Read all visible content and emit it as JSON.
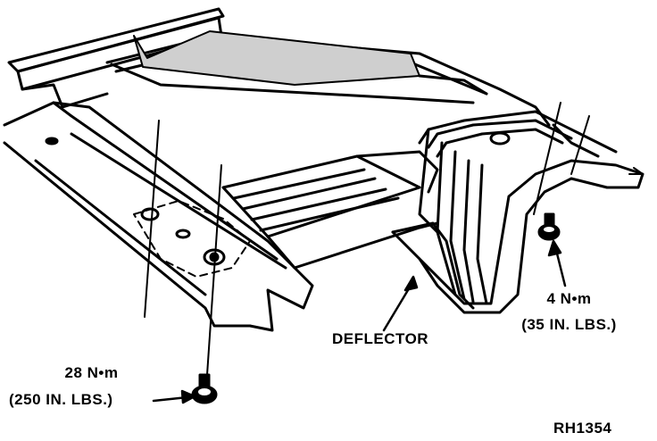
{
  "callouts": {
    "deflector": "DEFLECTOR",
    "rear_torque_nm": "4 N•m",
    "rear_torque_inlbs": "(35 IN. LBS.)",
    "front_torque_nm": "28 N•m",
    "front_torque_inlbs": "(250 IN. LBS.)"
  },
  "figure_id": "RH1354",
  "colors": {
    "ink": "#000000",
    "paper": "#ffffff"
  }
}
